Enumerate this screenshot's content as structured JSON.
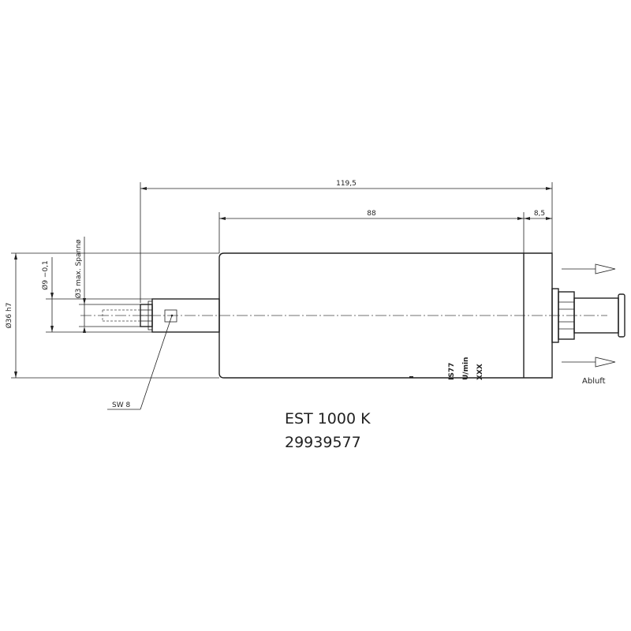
{
  "dimensions": {
    "overall_length": "119,5",
    "body_length": "88",
    "cap_length": "8,5",
    "body_diameter": "Ø36 h7",
    "shaft_diameter": "Ø9 −0,1",
    "collet_capacity": "Ø3 max. Spannø"
  },
  "labels": {
    "wrench_size": "SW 8",
    "exhaust": "Abluft"
  },
  "body_marking": [
    "IS77",
    "U/min",
    "XXX"
  ],
  "title": {
    "model": "EST 1000 K",
    "part_number": "29939577"
  }
}
